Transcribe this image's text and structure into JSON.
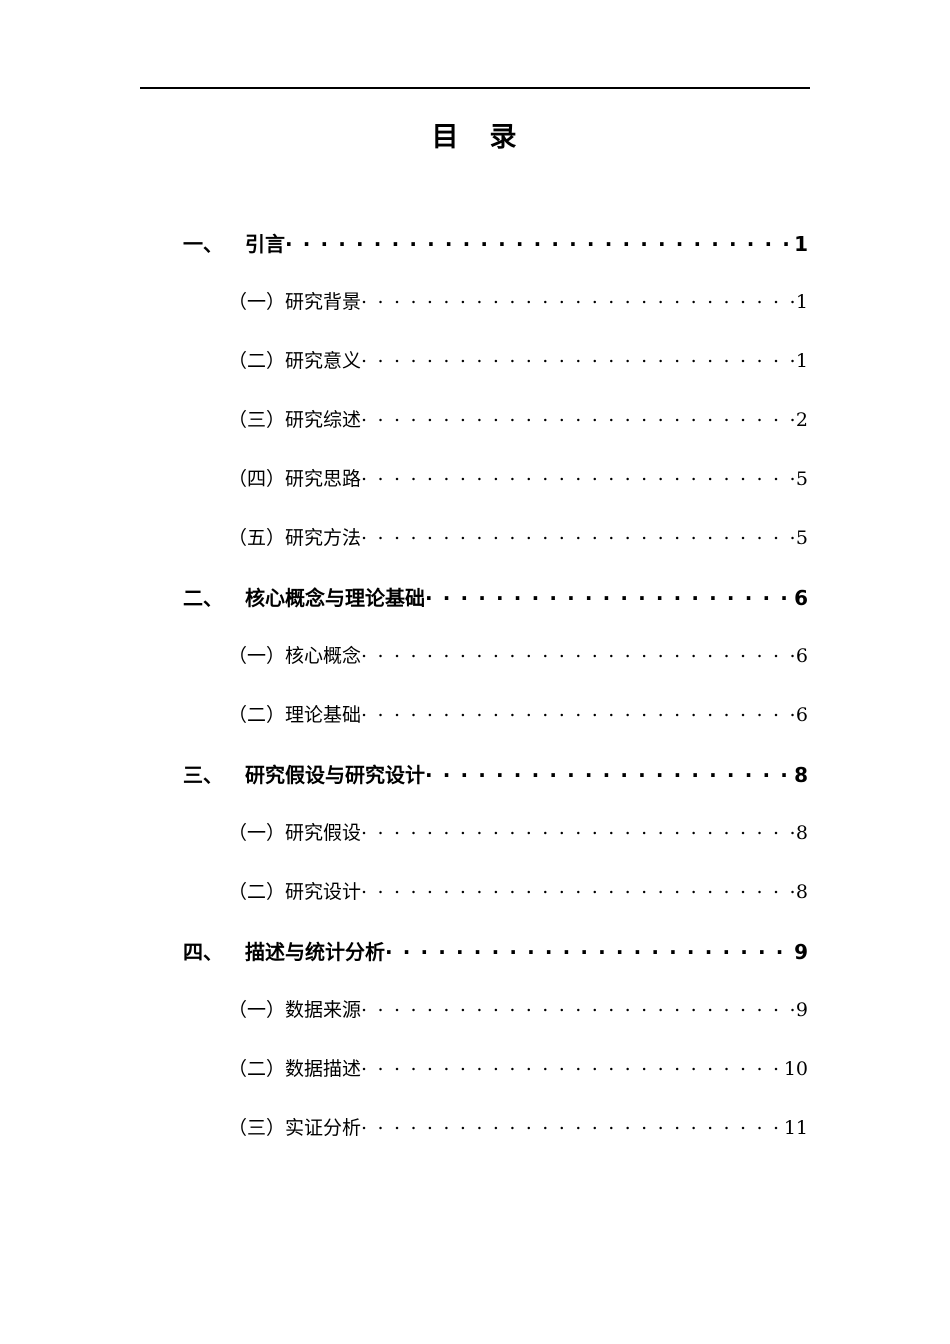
{
  "document": {
    "title": "目　录",
    "header_rule_color": "#000000",
    "text_color": "#000000",
    "background_color": "#ffffff"
  },
  "toc": {
    "entries": [
      {
        "level": 1,
        "number": "一、",
        "label": "引言",
        "page": "1"
      },
      {
        "level": 2,
        "number": "",
        "label": "（一）研究背景",
        "page": "1"
      },
      {
        "level": 2,
        "number": "",
        "label": "（二）研究意义",
        "page": "1"
      },
      {
        "level": 2,
        "number": "",
        "label": "（三）研究综述",
        "page": "2"
      },
      {
        "level": 2,
        "number": "",
        "label": "（四）研究思路",
        "page": "5"
      },
      {
        "level": 2,
        "number": "",
        "label": "（五）研究方法",
        "page": "5"
      },
      {
        "level": 1,
        "number": "二、",
        "label": "核心概念与理论基础",
        "page": "6"
      },
      {
        "level": 2,
        "number": "",
        "label": "（一）核心概念",
        "page": "6"
      },
      {
        "level": 2,
        "number": "",
        "label": "（二）理论基础",
        "page": "6"
      },
      {
        "level": 1,
        "number": "三、",
        "label": "研究假设与研究设计",
        "page": "8"
      },
      {
        "level": 2,
        "number": "",
        "label": "（一）研究假设",
        "page": "8"
      },
      {
        "level": 2,
        "number": "",
        "label": "（二）研究设计",
        "page": "8"
      },
      {
        "level": 1,
        "number": "四、",
        "label": "描述与统计分析",
        "page": "9"
      },
      {
        "level": 2,
        "number": "",
        "label": "（一）数据来源",
        "page": "9"
      },
      {
        "level": 2,
        "number": "",
        "label": "（二）数据描述",
        "page": "10"
      },
      {
        "level": 2,
        "number": "",
        "label": "（三）实证分析",
        "page": "11"
      }
    ]
  }
}
